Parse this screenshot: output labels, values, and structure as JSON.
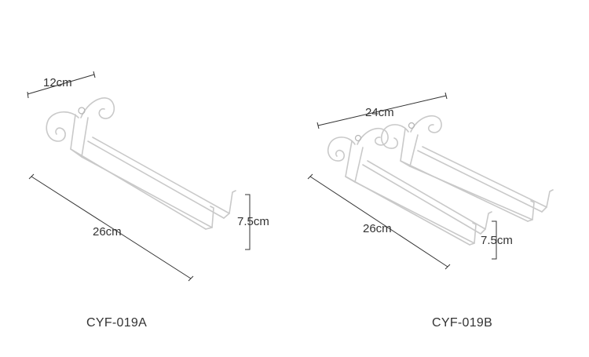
{
  "products": [
    {
      "model": "CYF-019A",
      "dimensions": {
        "width": "12cm",
        "length": "26cm",
        "height": "7.5cm"
      }
    },
    {
      "model": "CYF-019B",
      "dimensions": {
        "width": "24cm",
        "length": "26cm",
        "height": "7.5cm"
      }
    }
  ],
  "colors": {
    "background": "#ffffff",
    "wire": "#c9c9c9",
    "text": "#333333"
  }
}
